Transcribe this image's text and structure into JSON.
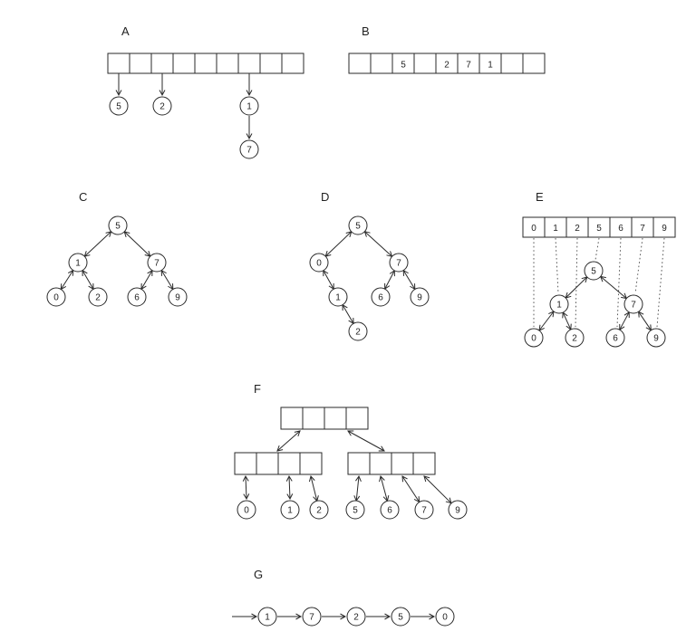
{
  "colors": {
    "ink": "#2a2a2a",
    "background": "#ffffff"
  },
  "figure": {
    "a": {
      "label": "A",
      "array_cell_count": 9,
      "chain_nodes": [
        "5",
        "2",
        "1",
        "7"
      ]
    },
    "b": {
      "label": "B",
      "cells": [
        "",
        "",
        "5",
        "",
        "2",
        "7",
        "1",
        "",
        ""
      ]
    },
    "c": {
      "label": "C",
      "nodes": [
        "5",
        "1",
        "7",
        "0",
        "2",
        "6",
        "9"
      ]
    },
    "d": {
      "label": "D",
      "nodes": [
        "5",
        "0",
        "7",
        "1",
        "2",
        "6",
        "9"
      ]
    },
    "e": {
      "label": "E",
      "cells": [
        "0",
        "1",
        "2",
        "5",
        "6",
        "7",
        "9"
      ],
      "nodes": [
        "5",
        "1",
        "7",
        "0",
        "2",
        "6",
        "9"
      ]
    },
    "f": {
      "label": "F",
      "leaves": [
        "0",
        "1",
        "2",
        "5",
        "6",
        "7",
        "9"
      ]
    },
    "g": {
      "label": "G",
      "nodes": [
        "1",
        "7",
        "2",
        "5",
        "0"
      ]
    }
  }
}
